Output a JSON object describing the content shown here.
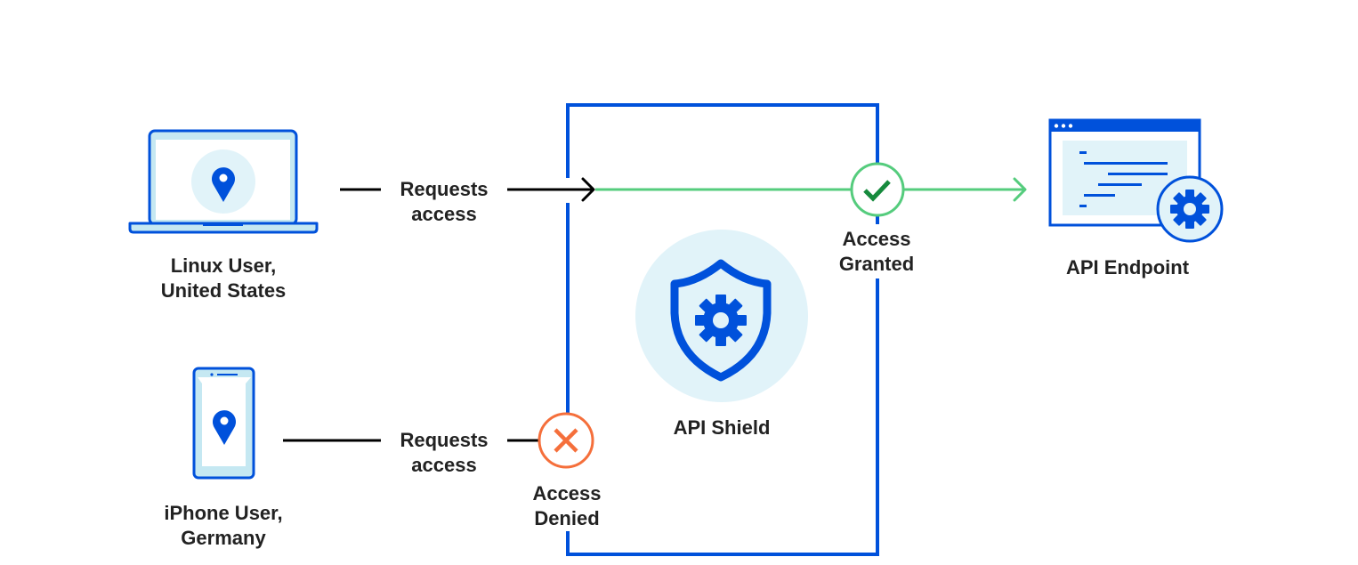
{
  "colors": {
    "brand_blue": "#0051DB",
    "light_blue_fill": "#E1F3F9",
    "mid_blue_fill": "#C5E8F2",
    "granted_green": "#55CC7D",
    "check_green": "#168A3D",
    "denied_orange": "#F56F3B",
    "text": "#222222",
    "request_line": "#000000"
  },
  "actors": {
    "linux_user": {
      "label_line1": "Linux User,",
      "label_line2": "United States",
      "icon": "laptop-location-icon"
    },
    "iphone_user": {
      "label_line1": "iPhone User,",
      "label_line2": "Germany",
      "icon": "phone-location-icon"
    }
  },
  "flows": {
    "top": {
      "label_line1": "Requests",
      "label_line2": "access",
      "outcome": "granted"
    },
    "bottom": {
      "label_line1": "Requests",
      "label_line2": "access",
      "outcome": "denied"
    }
  },
  "shield": {
    "label": "API Shield",
    "icon": "shield-gear-icon"
  },
  "outcomes": {
    "granted": {
      "label_line1": "Access",
      "label_line2": "Granted",
      "icon": "checkmark-icon"
    },
    "denied": {
      "label_line1": "Access",
      "label_line2": "Denied",
      "icon": "x-icon"
    }
  },
  "endpoint": {
    "label": "API Endpoint",
    "icon": "browser-code-gear-icon"
  }
}
